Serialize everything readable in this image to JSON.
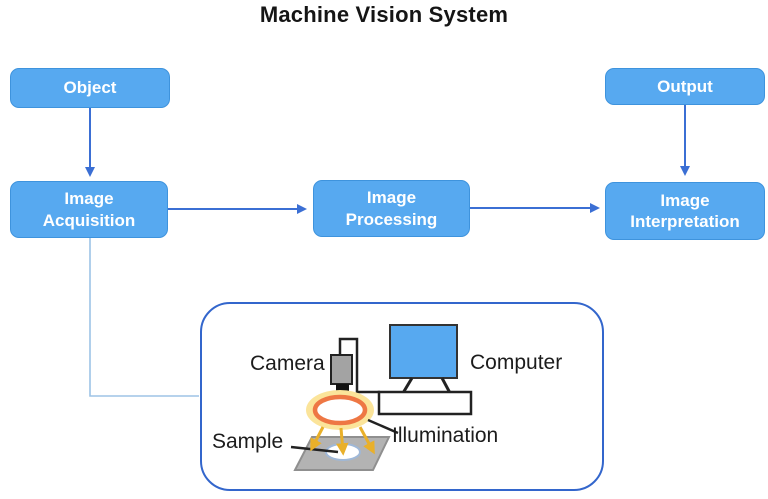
{
  "title": "Machine Vision System",
  "nodes": {
    "object": "Object",
    "output": "Output",
    "acquisition": "Image Acquisition",
    "processing": "Image Processing",
    "interpretation": "Image Interpretation"
  },
  "equipment": {
    "camera": "Camera",
    "computer": "Computer",
    "illumination": "Illumination",
    "sample": "Sample"
  },
  "colors": {
    "node_fill": "#57a9f0",
    "node_border": "#3e93dd",
    "node_text": "#ffffff",
    "flow_arrow": "#3b6fd4",
    "connector": "#9dc3e6",
    "container_border": "#3366cc",
    "monitor_fill": "#57a9f0",
    "camera_body": "#a3a3a3",
    "illumination_ring": "#ee7744",
    "illumination_glow": "#fbe49a",
    "beam": "#e9b02a",
    "plate": "#b3b3b3"
  }
}
